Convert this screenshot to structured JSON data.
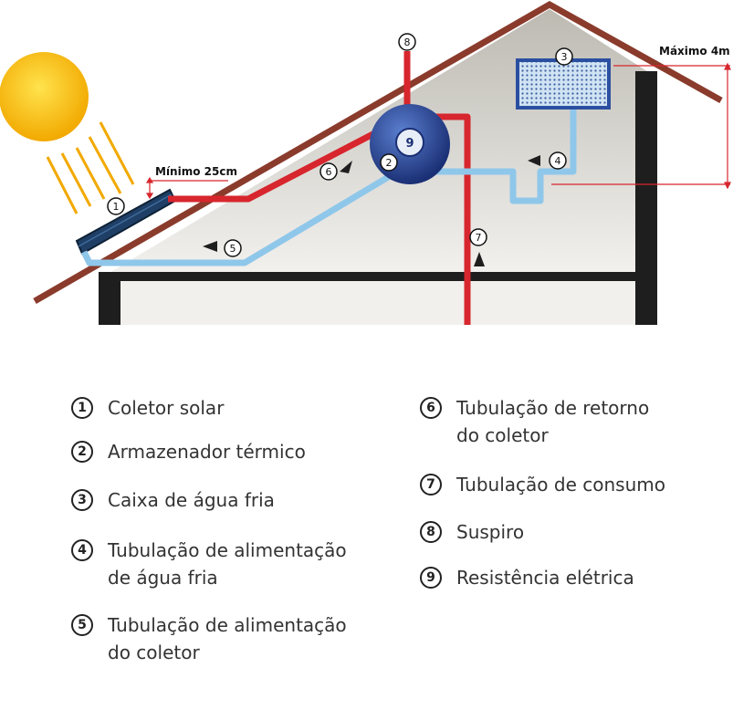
{
  "labels": {
    "minimo": "Mínimo 25cm",
    "maximo": "Máximo 4m"
  },
  "markers": [
    "1",
    "2",
    "3",
    "4",
    "5",
    "6",
    "7",
    "8",
    "9"
  ],
  "legend": [
    {
      "num": "1",
      "lines": [
        "Coletor solar"
      ]
    },
    {
      "num": "2",
      "lines": [
        "Armazenador térmico"
      ]
    },
    {
      "num": "3",
      "lines": [
        "Caixa de água fria"
      ]
    },
    {
      "num": "4",
      "lines": [
        "Tubulação de alimentação",
        "de água fria"
      ]
    },
    {
      "num": "5",
      "lines": [
        "Tubulação de alimentação",
        "do coletor"
      ]
    },
    {
      "num": "6",
      "lines": [
        "Tubulação de retorno",
        "do coletor"
      ]
    },
    {
      "num": "7",
      "lines": [
        "Tubulação de consumo"
      ]
    },
    {
      "num": "8",
      "lines": [
        "Suspiro"
      ]
    },
    {
      "num": "9",
      "lines": [
        "Resistência elétrica"
      ]
    }
  ],
  "colors": {
    "hot_pipe": "#d7262d",
    "cold_pipe": "#8fc7ea",
    "roof": "#8a3b2c",
    "wall": "#1e1e1e",
    "sun": "#f6b800",
    "tank": "#2b4fa0",
    "attic": "#ccc9c2"
  }
}
